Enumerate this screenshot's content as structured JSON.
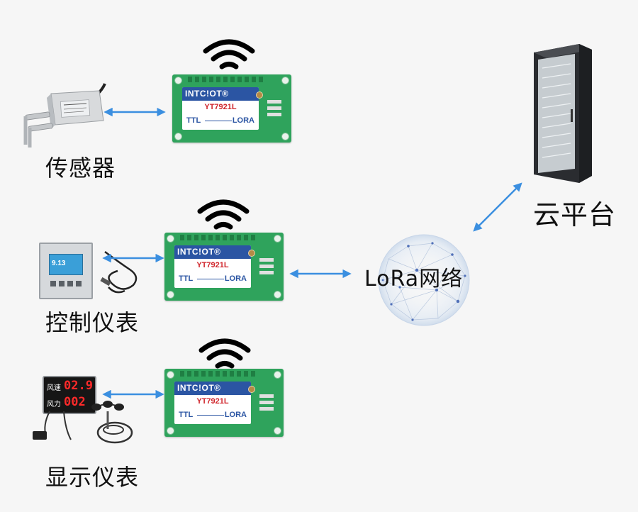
{
  "labels": {
    "sensor": "传感器",
    "controller": "控制仪表",
    "display": "显示仪表",
    "cloud": "云平台",
    "network": "LoRa网络"
  },
  "module": {
    "brand": "INTC!OT®",
    "model": "YT7921L",
    "ttl": "TTL",
    "lora": "LORA"
  },
  "controller_screen": "9.13",
  "display_panel": {
    "row1_label": "风速",
    "row1_value": "02.9",
    "row2_label": "风力",
    "row2_value": "002"
  },
  "colors": {
    "arrow": "#3b8fe0",
    "module_pcb": "#2fa35c",
    "module_brand": "#2b55a3",
    "model_text": "#d0262c",
    "server": "#2a2c30"
  }
}
